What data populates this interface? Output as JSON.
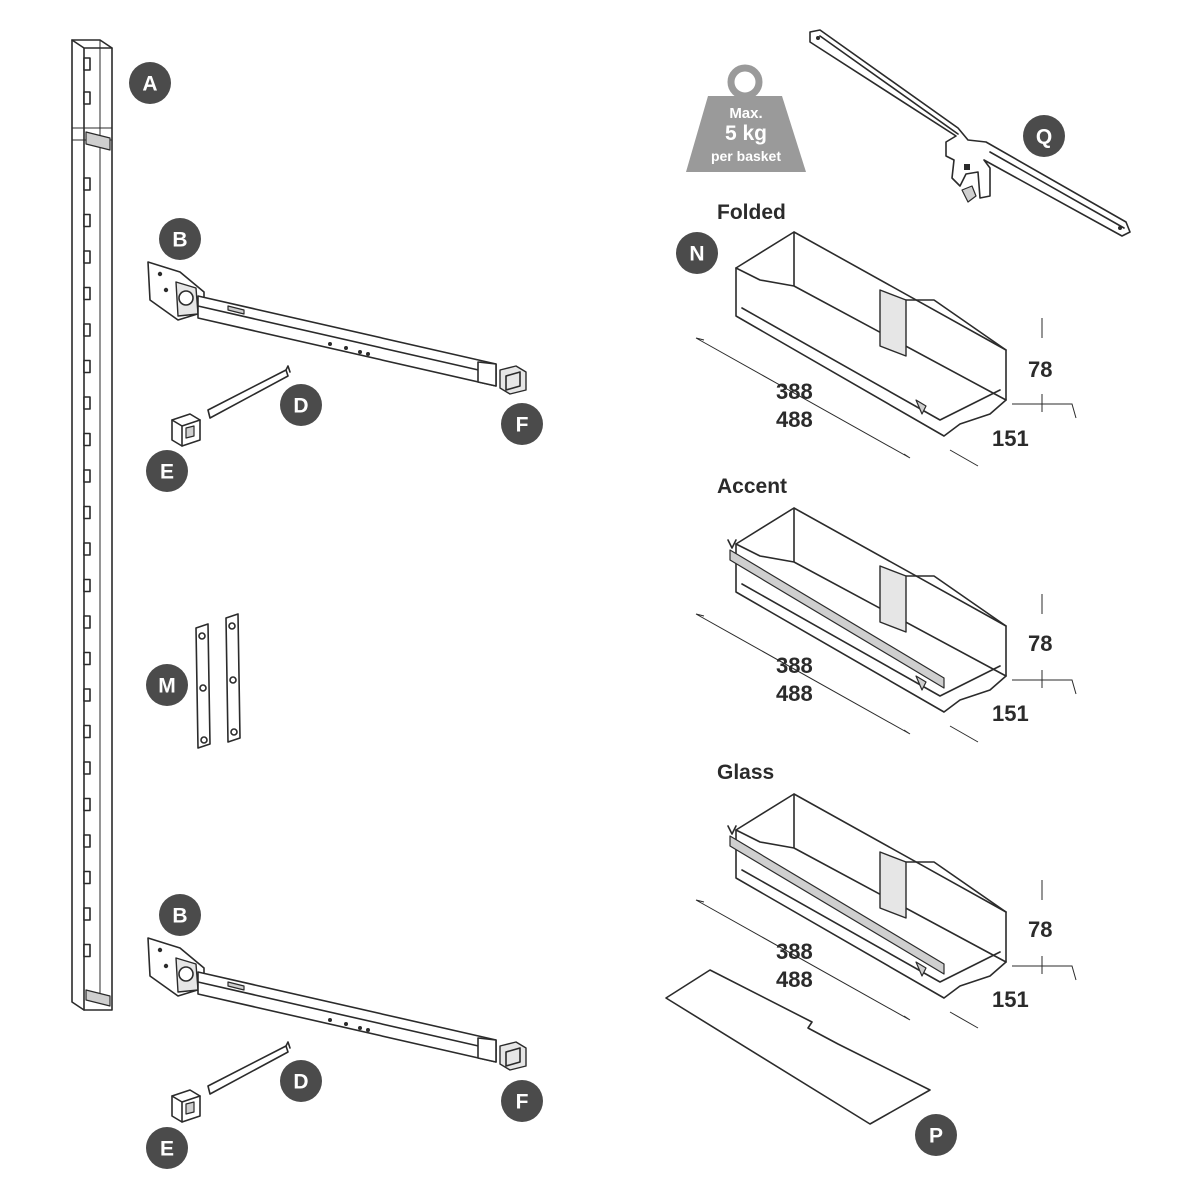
{
  "labels": {
    "A": "A",
    "B": "B",
    "D": "D",
    "E": "E",
    "F": "F",
    "M": "M",
    "N": "N",
    "P": "P",
    "Q": "Q"
  },
  "weight_badge": {
    "line1": "Max.",
    "line2": "5 kg",
    "line3": "per basket"
  },
  "baskets": [
    {
      "title": "Folded",
      "height": "78",
      "length_1": "388",
      "length_2": "488",
      "depth": "151"
    },
    {
      "title": "Accent",
      "height": "78",
      "length_1": "388",
      "length_2": "488",
      "depth": "151"
    },
    {
      "title": "Glass",
      "height": "78",
      "length_1": "388",
      "length_2": "488",
      "depth": "151"
    }
  ],
  "colors": {
    "badge_fill": "#4b4b4b",
    "weight_fill": "#9a9a9a",
    "line": "#2b2b2b"
  }
}
